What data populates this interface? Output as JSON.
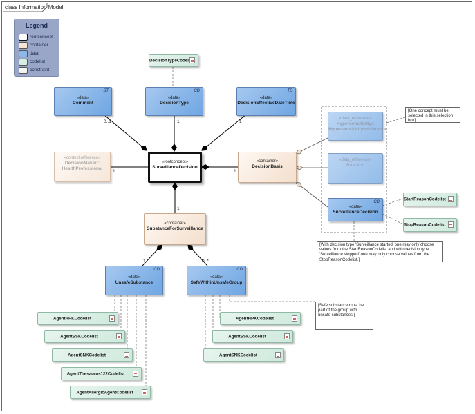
{
  "frame": {
    "title": "class Information Model"
  },
  "legend": {
    "title": "Legend",
    "items": [
      {
        "label": "rootconcept",
        "color": "#ffffff"
      },
      {
        "label": "container",
        "color": "#f6e4d4"
      },
      {
        "label": "data",
        "color": "#8cb8ea"
      },
      {
        "label": "codelist",
        "color": "#d6eee2"
      },
      {
        "label": "constraint",
        "color": "#f4f4f4"
      }
    ]
  },
  "classes": {
    "decision_type_codelist": "DecisionTypeCodelist",
    "comment": {
      "stereotype": "«data»",
      "name": "Comment",
      "tag": "ST"
    },
    "decision_type": {
      "stereotype": "«data»",
      "name": "DecisionType",
      "tag": "CD"
    },
    "decision_effective_date_time": {
      "stereotype": "«data»",
      "name": "DecisionEffectiveDateTime",
      "tag": "TS"
    },
    "decision_maker": {
      "stereotype": "«context,reference»",
      "name_line1": "DecisionMaker::",
      "name_line2": "HealthProfessional"
    },
    "surveillance_decision_root": {
      "stereotype": "«rootconcept»",
      "name": "SurveillanceDecision"
    },
    "decision_basis": {
      "stereotype": "«container»",
      "name": "DecisionBasis"
    },
    "hypersensitivity": {
      "stereotype": "«data_reference»",
      "name_line1": "Hypersensitivity::",
      "name_line2": "HypersensitivityIntolerance"
    },
    "reaction": {
      "stereotype": "«data_reference»",
      "name": "Reaction"
    },
    "surveillance_decision_data": {
      "stereotype": "«data»",
      "name": "SurveillanceDecision",
      "tag": "CD"
    },
    "start_reason_codelist": "StartReasonCodelist",
    "stop_reason_codelist": "StopReasonCodelist",
    "substance_for_surveillance": {
      "stereotype": "«container»",
      "name": "SubstanceForSurveillance"
    },
    "unsafe_substance": {
      "stereotype": "«data»",
      "name": "UnsafeSubstance",
      "tag": "CD"
    },
    "safe_within_unsafe_group": {
      "stereotype": "«data»",
      "name": "SafeWithinUnsafeGroup",
      "tag": "CD"
    },
    "left_codelists": [
      "AgentHPKCodelist",
      "AgentSSKCodelist",
      "AgentSNKCodelist",
      "AgentThesaurus122Codelist",
      "AgentAllergicAgentCodelist"
    ],
    "right_codelists": [
      "AgentHPKCodelist",
      "AgentSSKCodelist",
      "AgentSNKCodelist"
    ]
  },
  "notes": {
    "selection_box": "[One concept must be selected in this selection box]",
    "decision_type_rule": "[With decision type 'Surveillance started' one may only choose values from the StartReasonCodelist and with decision type 'Surveillance stopped' one may only choose values from the StopReasonCodelist.]",
    "safe_substance_rule": "[Safe substance must be part of the group with unsafe substances.]"
  },
  "multiplicities": {
    "comment": "0..1",
    "decision_type": "1",
    "effective_date": "1",
    "decision_maker": "1",
    "decision_basis": "1",
    "substance": "1",
    "unsafe": "1",
    "safe": "0..*"
  }
}
